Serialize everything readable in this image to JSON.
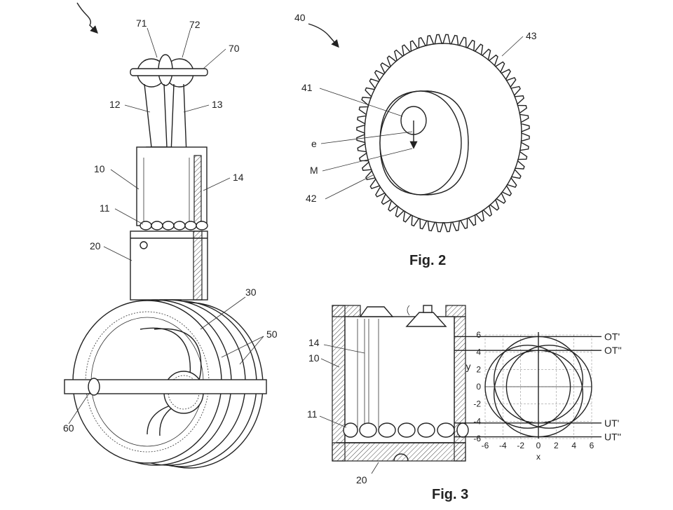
{
  "labels": {
    "l71": "71",
    "l72": "72",
    "l70": "70",
    "l12": "12",
    "l13": "13",
    "l10": "10",
    "l14": "14",
    "l11": "11",
    "l20": "20",
    "l30": "30",
    "l50": "50",
    "l60": "60",
    "l40": "40",
    "l43": "43",
    "l41": "41",
    "le": "e",
    "lM": "M",
    "l42": "42",
    "f3_14": "14",
    "f3_10": "10",
    "f3_11": "11",
    "f3_20": "20"
  },
  "figures": {
    "fig2": "Fig. 2",
    "fig3": "Fig. 3"
  },
  "chart_data": {
    "type": "scatter",
    "title": "",
    "xlabel": "x",
    "ylabel": "y",
    "xlim": [
      -6,
      6
    ],
    "ylim": [
      -6,
      6
    ],
    "x_ticks": [
      "-6",
      "-4",
      "-2",
      "0",
      "2",
      "4",
      "6"
    ],
    "y_ticks": [
      "6",
      "4",
      "2",
      "0",
      "-2",
      "-4",
      "-6"
    ],
    "grid": true,
    "series": [
      {
        "shape": "circle",
        "center": [
          -1.2,
          0
        ],
        "radius": 4.8
      },
      {
        "shape": "circle",
        "center": [
          1.2,
          0
        ],
        "radius": 4.8
      },
      {
        "shape": "circle",
        "center": [
          0,
          0.8
        ],
        "radius": 5.0
      },
      {
        "shape": "circle",
        "center": [
          0,
          -0.8
        ],
        "radius": 5.0
      }
    ],
    "reference_lines": [
      {
        "y": 5.8,
        "label": "OT'"
      },
      {
        "y": 4.2,
        "label": "OT''"
      },
      {
        "y": -4.2,
        "label": "UT'"
      },
      {
        "y": -5.8,
        "label": "UT''"
      }
    ]
  }
}
